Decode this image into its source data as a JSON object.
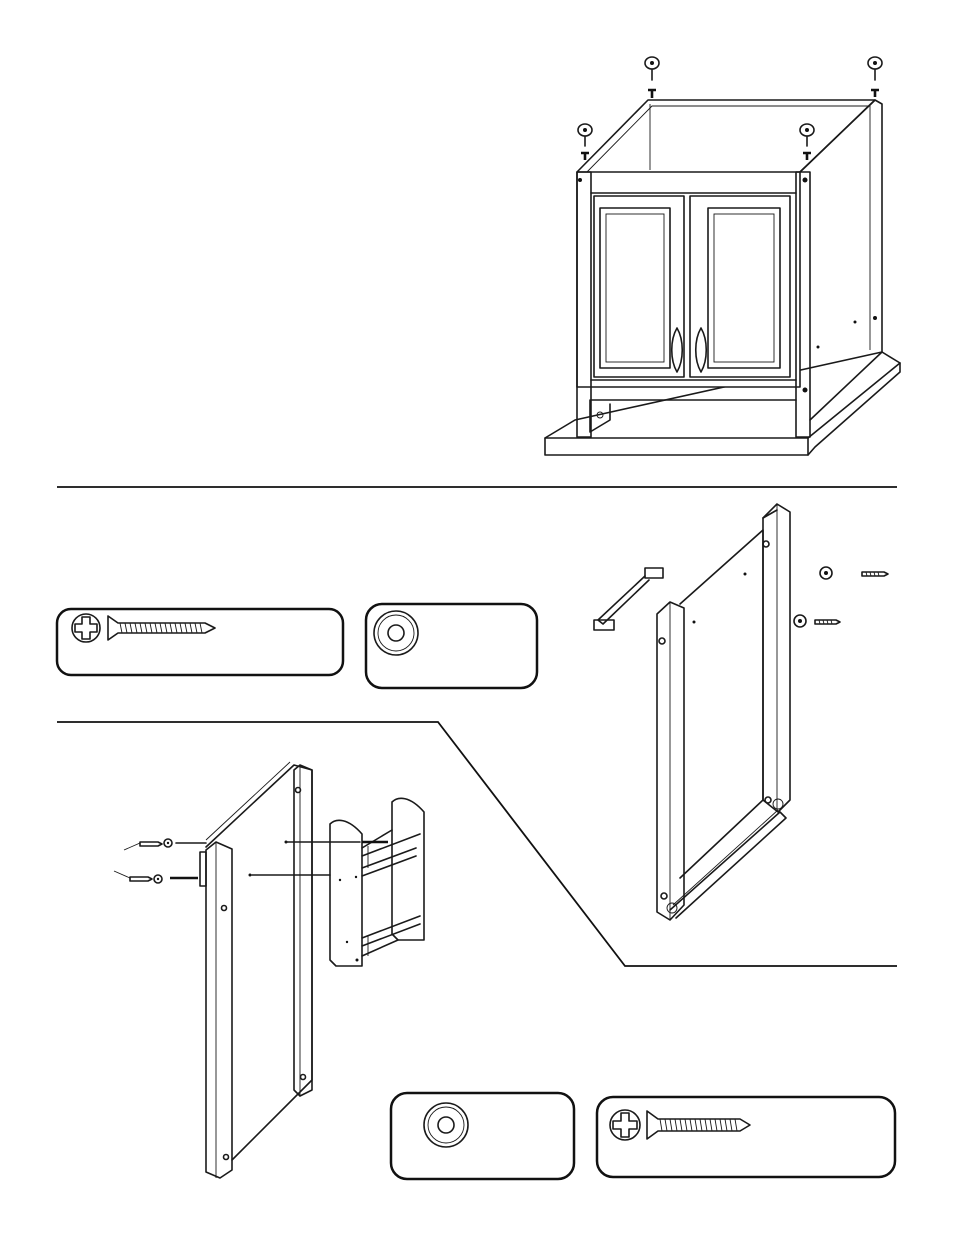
{
  "page": {
    "background": "#ffffff",
    "ink": "#111111"
  },
  "steps": [
    {
      "id": "cabinet-casters",
      "illustration": "cabinet-with-casters-illustration"
    },
    {
      "id": "side-frame-assembly",
      "illustration": "side-frame-assembly-illustration"
    },
    {
      "id": "spice-rack-mounting",
      "illustration": "spice-rack-mounting-illustration"
    }
  ],
  "hardware_callouts": [
    {
      "id": "callout-screw-top",
      "icon": "wood-screw-icon"
    },
    {
      "id": "callout-washer-top",
      "icon": "washer-icon"
    },
    {
      "id": "callout-washer-bottom",
      "icon": "washer-icon"
    },
    {
      "id": "callout-screw-bottom",
      "icon": "wood-screw-icon"
    }
  ]
}
